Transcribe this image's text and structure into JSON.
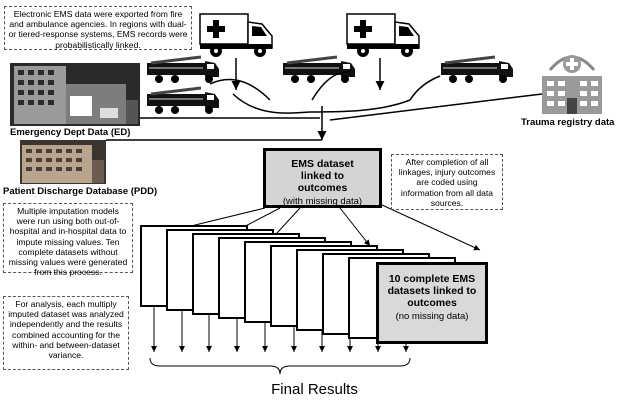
{
  "notes": {
    "export": "Electronic EMS data were exported from fire and ambulance agencies.  In regions with dual- or tiered-response systems, EMS records were probabilistically linked.",
    "coding": "After completion of all linkages, injury outcomes are coded using information from all data sources.",
    "imputation": "Multiple imputation models were run using both out-of-hospital and in-hospital data to impute missing values. Ten complete datasets without missing values were generated from this process.",
    "analysis": "For analysis, each multiply imputed dataset was analyzed independently and the results combined accounting for the within- and between-dataset variance."
  },
  "sources": {
    "ed": "Emergency Dept Data (ED)",
    "pdd": "Patient Discharge Database (PDD)",
    "trauma": "Trauma registry data"
  },
  "central": {
    "title": "EMS dataset linked to outcomes",
    "subtitle": "(with missing data)"
  },
  "imputed": {
    "title": "10 complete EMS datasets linked to outcomes",
    "subtitle": "(no missing data)"
  },
  "final": "Final Results",
  "icons": [
    "ambulance-icon",
    "fire-truck-icon",
    "hospital-building-icon",
    "trauma-center-icon"
  ]
}
